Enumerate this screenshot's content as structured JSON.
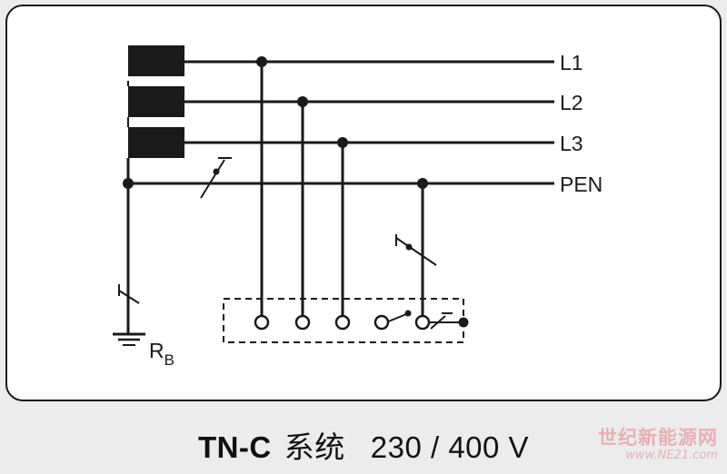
{
  "diagram": {
    "lines": {
      "l1": "L1",
      "l2": "L2",
      "l3": "L3",
      "pen": "PEN"
    },
    "earth_resistor": "R",
    "earth_resistor_sub": "B"
  },
  "caption": {
    "title": "TN-C",
    "label": "系统",
    "rating": "230 / 400 V"
  },
  "watermark": {
    "line1": "世纪新能源网",
    "line2": "www.NE21.com"
  }
}
